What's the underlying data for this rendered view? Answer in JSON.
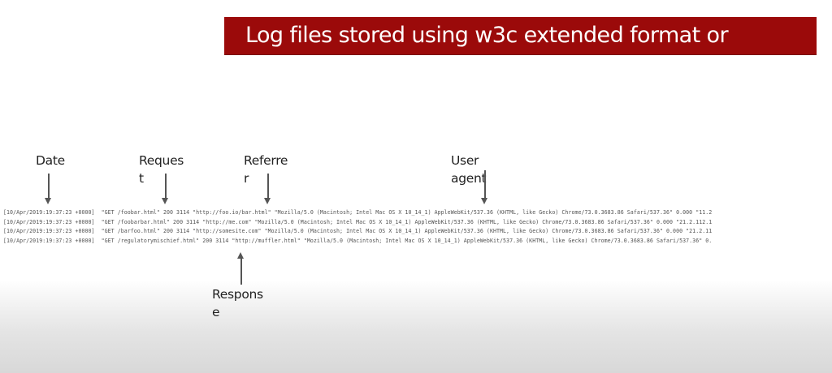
{
  "slide": {
    "title": "Log files stored using w3c extended format or",
    "banner_color": "#9b0a0a",
    "labels": {
      "date": {
        "line1": "Date",
        "line2": ""
      },
      "request": {
        "line1": "Reques",
        "line2": "t"
      },
      "referrer": {
        "line1": "Referre",
        "line2": "r"
      },
      "user_agent": {
        "line1": "User",
        "line2": "agent"
      },
      "response": {
        "line1": "Respons",
        "line2": "e"
      }
    },
    "log_lines": [
      "[10/Apr/2019:19:37:23 +0000]  \"GET /foobar.html\" 200 3114 \"http://foo.io/bar.html\" \"Mozilla/5.0 (Macintosh; Intel Mac OS X 10_14_1) AppleWebKit/537.36 (KHTML, like Gecko) Chrome/73.0.3683.86 Safari/537.36\" 0.000 \"11.2",
      "[10/Apr/2019:19:37:23 +0000]  \"GET /foobarbar.html\" 200 3114 \"http://me.com\" \"Mozilla/5.0 (Macintosh; Intel Mac OS X 10_14_1) AppleWebKit/537.36 (KHTML, like Gecko) Chrome/73.0.3683.86 Safari/537.36\" 0.000 \"21.2.112.1",
      "[10/Apr/2019:19:37:23 +0000]  \"GET /barfoo.html\" 200 3114 \"http://somesite.com\" \"Mozilla/5.0 (Macintosh; Intel Mac OS X 10_14_1) AppleWebKit/537.36 (KHTML, like Gecko) Chrome/73.0.3683.86 Safari/537.36\" 0.000 \"21.2.11",
      "[10/Apr/2019:19:37:23 +0000]  \"GET /regulatorymischief.html\" 200 3114 \"http://muffler.html\" \"Mozilla/5.0 (Macintosh; Intel Mac OS X 10_14_1) AppleWebKit/537.36 (KHTML, like Gecko) Chrome/73.0.3683.86 Safari/537.36\" 0."
    ]
  }
}
